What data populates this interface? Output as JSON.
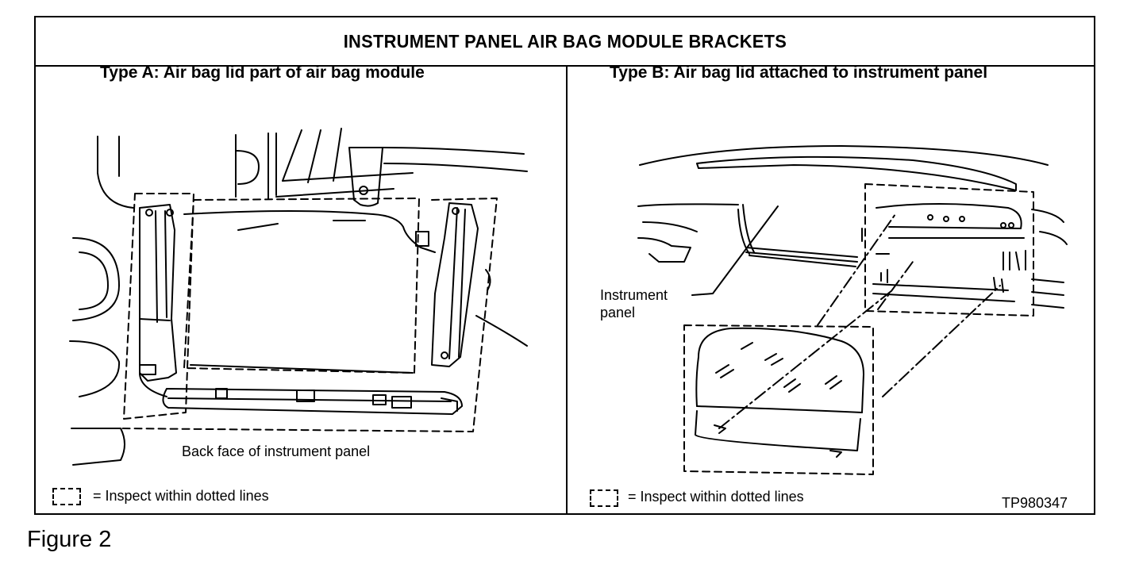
{
  "title": "INSTRUMENT PANEL AIR BAG MODULE BRACKETS",
  "panel_a": {
    "heading": "Type A:  Air bag lid part of air bag module",
    "caption": "Back face of instrument panel",
    "legend": "= Inspect within dotted lines"
  },
  "panel_b": {
    "heading": "Type B:  Air bag lid attached to instrument panel",
    "callout_line1": "Instrument",
    "callout_line2": "panel",
    "legend": "= Inspect within dotted lines",
    "code": "TP980347"
  },
  "figure_label": "Figure 2"
}
